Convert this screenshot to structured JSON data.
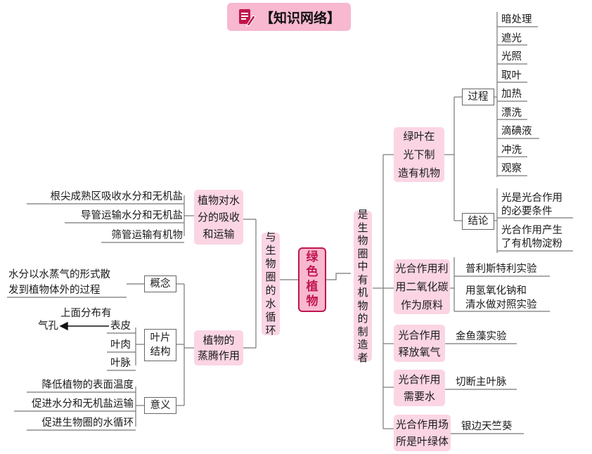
{
  "title": "【知识网络】",
  "center": "绿色植物",
  "left_branch": {
    "label": "与生物圈的水循环",
    "absorb": {
      "label": "植物对水分的吸收和运输",
      "lines": [
        "植物对水",
        "分的吸收",
        "和运输"
      ],
      "items": [
        "根尖成熟区吸收水分和无机盐",
        "导管运输水分和无机盐",
        "筛管运输有机物"
      ]
    },
    "transpiration": {
      "label": "植物的蒸腾作用",
      "lines": [
        "植物的",
        "蒸腾作用"
      ],
      "concept": {
        "label": "概念",
        "text_lines": [
          "水分以水蒸气的形式散",
          "发到植物体外的过程"
        ]
      },
      "leaf_structure": {
        "label": "叶片结构",
        "lines": [
          "叶片",
          "结构"
        ],
        "items": [
          "表皮",
          "叶肉",
          "叶脉"
        ],
        "annotation_top": "上面分布有",
        "annotation_left": "气孔"
      },
      "significance": {
        "label": "意义",
        "items": [
          "降低植物的表面温度",
          "促进水分和无机盐运输",
          "促进生物圈的水循环"
        ]
      }
    }
  },
  "right_branch": {
    "label": "是生物圈中有机物的制造者",
    "starch": {
      "label": "绿叶在光下制造有机物",
      "lines": [
        "绿叶在",
        "光下制",
        "造有机物"
      ],
      "process": {
        "label": "过程",
        "steps": [
          "暗处理",
          "遮光",
          "光照",
          "取叶",
          "加热",
          "漂洗",
          "滴碘液",
          "冲洗",
          "观察"
        ]
      },
      "conclusion": {
        "label": "结论",
        "items": [
          {
            "text": "光是光合作用的必要条件",
            "lines": [
              "光是光合作用",
              "的必要条件"
            ]
          },
          {
            "text": "光合作用产生了有机物淀粉",
            "lines": [
              "光合作用产生",
              "了有机物淀粉"
            ]
          }
        ]
      }
    },
    "co2": {
      "label": "光合作用利用二氧化碳作为原料",
      "lines": [
        "光合作用利",
        "用二氧化碳",
        "作为原料"
      ],
      "items": [
        {
          "text": "普利斯特利实验",
          "lines": [
            "普利斯特利实验"
          ]
        },
        {
          "text": "用氢氧化钠和清水做对照实验",
          "lines": [
            "用氢氧化钠和",
            "清水做对照实验"
          ]
        }
      ]
    },
    "oxygen": {
      "label": "光合作用释放氧气",
      "lines": [
        "光合作用",
        "释放氧气"
      ],
      "item": "金鱼藻实验"
    },
    "water": {
      "label": "光合作用需要水",
      "lines": [
        "光合作用",
        "需要水"
      ],
      "item": "切断主叶脉"
    },
    "chloroplast": {
      "label": "光合作用场所是叶绿体",
      "lines": [
        "光合作用场",
        "所是叶绿体"
      ],
      "item": "银边天竺葵"
    }
  },
  "colors": {
    "accent": "#c1154d",
    "node_fill": "#fbd5e4",
    "title_fill": "#f7b8d0"
  }
}
